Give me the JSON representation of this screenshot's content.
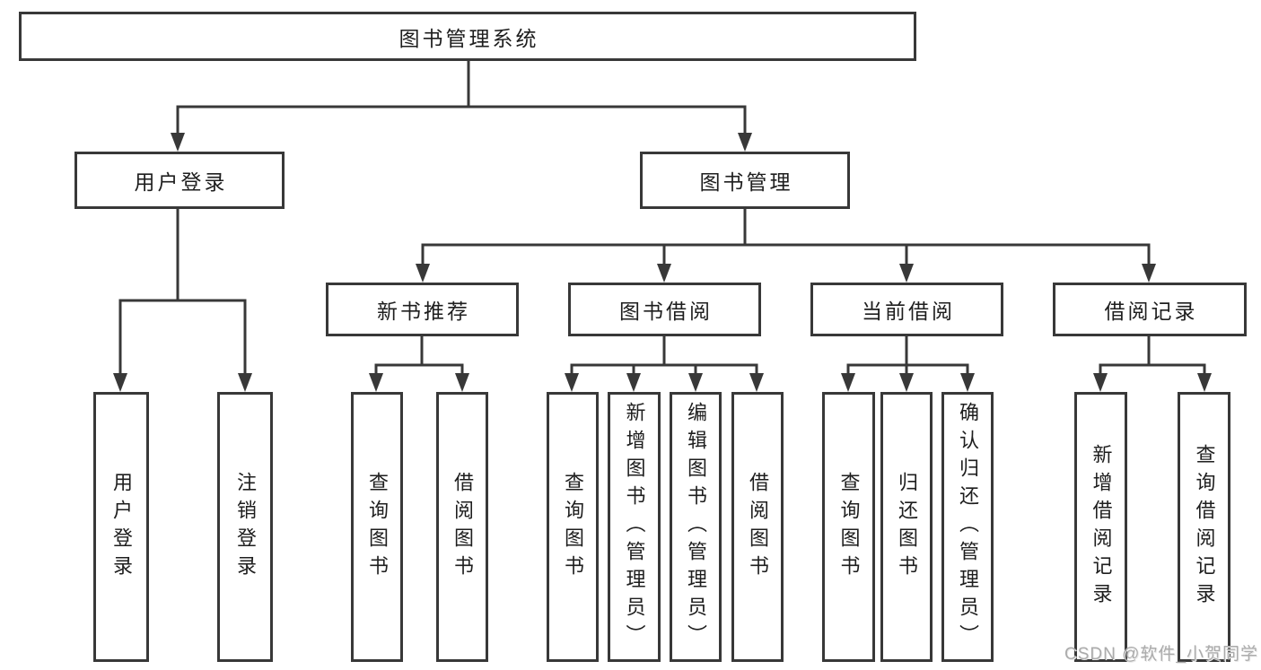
{
  "tree": {
    "label": "图书管理系统",
    "children": [
      {
        "label": "用户登录",
        "children": [
          {
            "label": "用户登录"
          },
          {
            "label": "注销登录"
          }
        ]
      },
      {
        "label": "图书管理",
        "children": [
          {
            "label": "新书推荐",
            "children": [
              {
                "label": "查询图书"
              },
              {
                "label": "借阅图书"
              }
            ]
          },
          {
            "label": "图书借阅",
            "children": [
              {
                "label": "查询图书"
              },
              {
                "label": "新增图书（管理员）"
              },
              {
                "label": "编辑图书（管理员）"
              },
              {
                "label": "借阅图书"
              }
            ]
          },
          {
            "label": "当前借阅",
            "children": [
              {
                "label": "查询图书"
              },
              {
                "label": "归还图书"
              },
              {
                "label": "确认归还（管理员）"
              }
            ]
          },
          {
            "label": "借阅记录",
            "children": [
              {
                "label": "新增借阅记录"
              },
              {
                "label": "查询借阅记录"
              }
            ]
          }
        ]
      }
    ]
  },
  "watermark": "CSDN @软件_小贺同学",
  "colors": {
    "line": "#383838",
    "text": "#1e1e1e",
    "background": "#ffffff",
    "watermark": "#ababab"
  }
}
